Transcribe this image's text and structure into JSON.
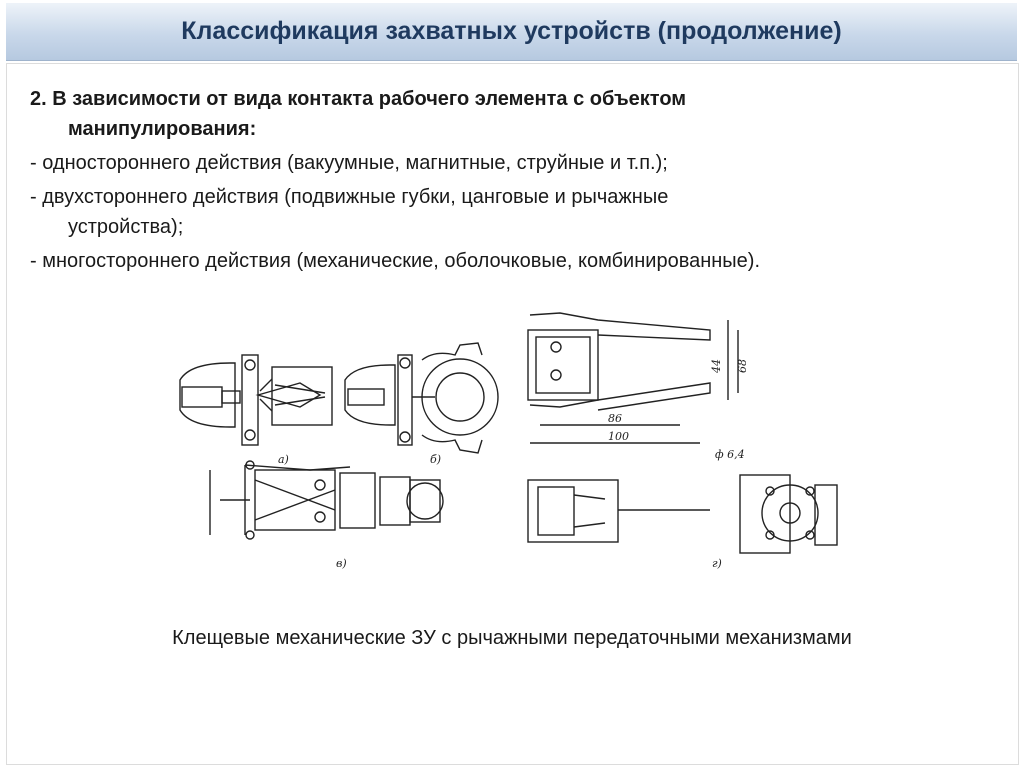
{
  "title": "Классификация захватных устройств (продолжение)",
  "heading": {
    "line1": "2. В зависимости от вида контакта рабочего элемента с объектом",
    "line2": "манипулирования:"
  },
  "items": [
    {
      "line1": "- одностороннего действия (вакуумные, магнитные, струйные и т.п.);",
      "line2": ""
    },
    {
      "line1": "- двухстороннего действия (подвижные губки, цанговые и рычажные",
      "line2": "устройства);"
    },
    {
      "line1": "- многостороннего действия (механические, оболочковые, комбинированные).",
      "line2": ""
    }
  ],
  "figure": {
    "labels": {
      "a": "а)",
      "b": "б)",
      "v": "в)",
      "g": "г)"
    },
    "dimensions": {
      "d44": "44",
      "d68": "68",
      "d86": "86",
      "d100": "100",
      "phi": "ф 6,4"
    }
  },
  "caption": "Клещевые механические ЗУ с рычажными передаточными механизмами"
}
